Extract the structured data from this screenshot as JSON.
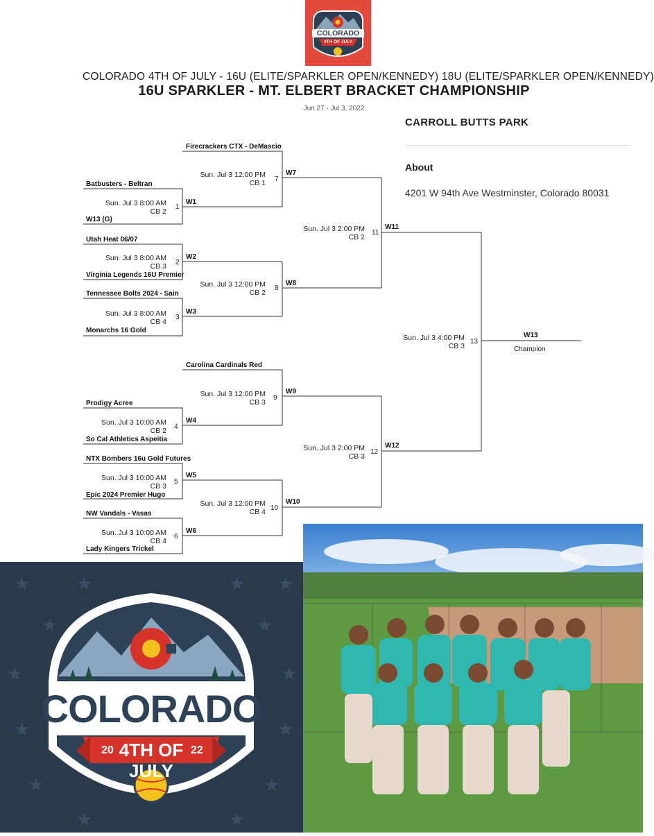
{
  "logo_small": {
    "text_main": "COLORADO",
    "text_sub": "4TH OF JULY"
  },
  "header": {
    "line1": "COLORADO 4TH OF JULY - 16U (ELITE/SPARKLER OPEN/KENNEDY) 18U (ELITE/SPARKLER OPEN/KENNEDY)",
    "line2": "16U SPARKLER - MT. ELBERT BRACKET CHAMPIONSHIP",
    "dates": "Jun 27 - Jul 3, 2022"
  },
  "venue": {
    "name": "CARROLL BUTTS PARK",
    "about_label": "About",
    "address": "4201 W 94th Ave Westminster, Colorado 80031"
  },
  "bracket": {
    "teams": {
      "firecrackers": "Firecrackers CTX - DeMascio",
      "batbusters": "Batbusters - Beltran",
      "w13g": "W13 (G)",
      "utah": "Utah Heat 06/07",
      "virginia": "Virginia Legends 16U Premier",
      "tennessee": "Tennessee Bolts 2024 - Sain",
      "monarchs": "Monarchs 16 Gold",
      "carolina": "Carolina Cardinals Red",
      "prodigy": "Prodigy Acree",
      "socal": "So Cal Athletics Aspeitia",
      "ntx": "NTX Bombers 16u Gold Futures",
      "epic": "Epic 2024 Premier Hugo",
      "nw": "NW Vandals - Vasas",
      "lady": "Lady Kingers Trickel"
    },
    "games": {
      "g1": {
        "time": "Sun. Jul 3 8:00 AM",
        "field": "CB 2",
        "num": "1",
        "winner": "W1"
      },
      "g2": {
        "time": "Sun. Jul 3 8:00 AM",
        "field": "CB 3",
        "num": "2",
        "winner": "W2"
      },
      "g3": {
        "time": "Sun. Jul 3 8:00 AM",
        "field": "CB 4",
        "num": "3",
        "winner": "W3"
      },
      "g4": {
        "time": "Sun. Jul 3 10:00 AM",
        "field": "CB 2",
        "num": "4",
        "winner": "W4"
      },
      "g5": {
        "time": "Sun. Jul 3 10:00 AM",
        "field": "CB 3",
        "num": "5",
        "winner": "W5"
      },
      "g6": {
        "time": "Sun. Jul 3 10:00 AM",
        "field": "CB 4",
        "num": "6",
        "winner": "W6"
      },
      "g7": {
        "time": "Sun. Jul 3 12:00 PM",
        "field": "CB 1",
        "num": "7",
        "winner": "W7"
      },
      "g8": {
        "time": "Sun. Jul 3 12:00 PM",
        "field": "CB 2",
        "num": "8",
        "winner": "W8"
      },
      "g9": {
        "time": "Sun. Jul 3 12:00 PM",
        "field": "CB 3",
        "num": "9",
        "winner": "W9"
      },
      "g10": {
        "time": "Sun. Jul 3 12:00 PM",
        "field": "CB 4",
        "num": "10",
        "winner": "W10"
      },
      "g11": {
        "time": "Sun. Jul 3 2:00 PM",
        "field": "CB 2",
        "num": "11",
        "winner": "W11"
      },
      "g12": {
        "time": "Sun. Jul 3 2:00 PM",
        "field": "CB 3",
        "num": "12",
        "winner": "W12"
      },
      "g13": {
        "time": "Sun. Jul 3 4:00 PM",
        "field": "CB 3",
        "num": "13",
        "winner": "W13"
      }
    },
    "champion_label": "Champion"
  },
  "logo_big": {
    "text_main": "COLORADO",
    "year_left": "20",
    "year_right": "22",
    "text_sub": "4TH OF JULY"
  }
}
